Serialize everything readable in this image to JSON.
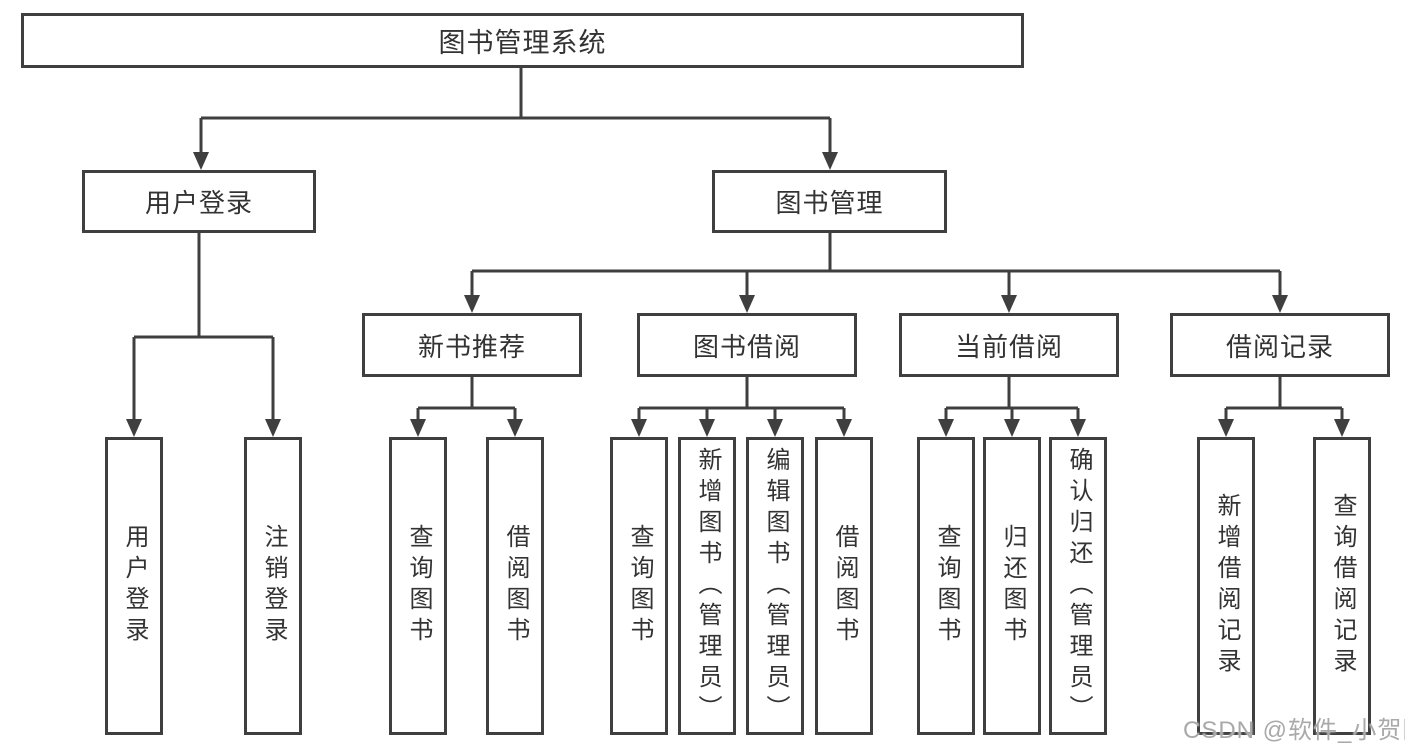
{
  "diagram_title": "图书管理系统",
  "colors": {
    "line": "#3f3f3f",
    "text": "#333333",
    "watermark": "#a9a9a9"
  },
  "nodes": {
    "root": "图书管理系统",
    "level2": {
      "user_login": "用户登录",
      "book_mgmt": "图书管理"
    },
    "level3": {
      "new_books": "新书推荐",
      "borrow": "图书借阅",
      "current": "当前借阅",
      "records": "借阅记录"
    },
    "leaves": {
      "user_login": "用户登录",
      "logout": "注销登录",
      "nb_query": "查询图书",
      "nb_borrow": "借阅图书",
      "bb_query": "查询图书",
      "bb_add": "新增图书（管理员）",
      "bb_edit": "编辑图书（管理员）",
      "bb_borrow": "借阅图书",
      "cb_query": "查询图书",
      "cb_return": "归还图书",
      "cb_confirm": "确认归还（管理员）",
      "rec_add": "新增借阅记录",
      "rec_query": "查询借阅记录"
    }
  },
  "watermark": {
    "text": "CSDN @软件_小贺同学"
  }
}
